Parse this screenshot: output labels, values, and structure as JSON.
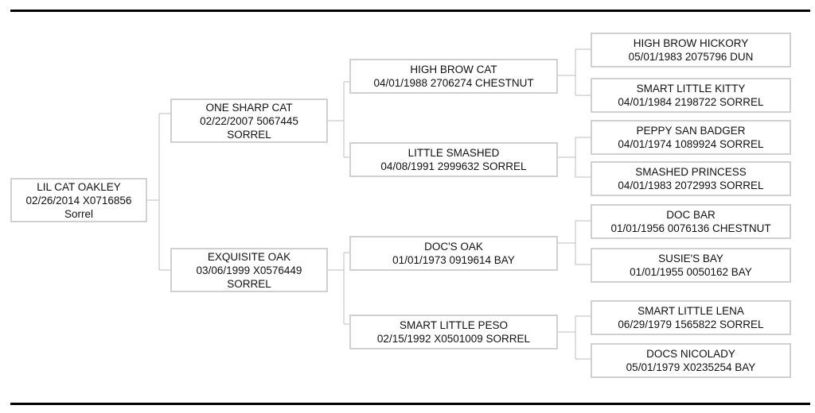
{
  "pedigree": {
    "subject": {
      "line1": "LIL CAT OAKLEY",
      "line2": "02/26/2014 X0716856",
      "line3": "Sorrel"
    },
    "sire": {
      "line1": "ONE SHARP CAT",
      "line2": "02/22/2007 5067445",
      "line3": "SORREL"
    },
    "dam": {
      "line1": "EXQUISITE OAK",
      "line2": "03/06/1999 X0576449",
      "line3": "SORREL"
    },
    "sire_sire": {
      "line1": "HIGH BROW CAT",
      "line2": "04/01/1988 2706274 CHESTNUT"
    },
    "sire_dam": {
      "line1": "LITTLE SMASHED",
      "line2": "04/08/1991 2999632 SORREL"
    },
    "dam_sire": {
      "line1": "DOC'S OAK",
      "line2": "01/01/1973 0919614 BAY"
    },
    "dam_dam": {
      "line1": "SMART LITTLE PESO",
      "line2": "02/15/1992 X0501009 SORREL"
    },
    "g1": {
      "line1": "HIGH BROW HICKORY",
      "line2": "05/01/1983 2075796 DUN"
    },
    "g2": {
      "line1": "SMART LITTLE KITTY",
      "line2": "04/01/1984 2198722 SORREL"
    },
    "g3": {
      "line1": "PEPPY SAN BADGER",
      "line2": "04/01/1974 1089924 SORREL"
    },
    "g4": {
      "line1": "SMASHED PRINCESS",
      "line2": "04/01/1983 2072993 SORREL"
    },
    "g5": {
      "line1": "DOC BAR",
      "line2": "01/01/1956 0076136 CHESTNUT"
    },
    "g6": {
      "line1": "SUSIE'S BAY",
      "line2": "01/01/1955 0050162 BAY"
    },
    "g7": {
      "line1": "SMART LITTLE LENA",
      "line2": "06/29/1979 1565822 SORREL"
    },
    "g8": {
      "line1": "DOCS NICOLADY",
      "line2": "05/01/1979 X0235254 BAY"
    }
  }
}
